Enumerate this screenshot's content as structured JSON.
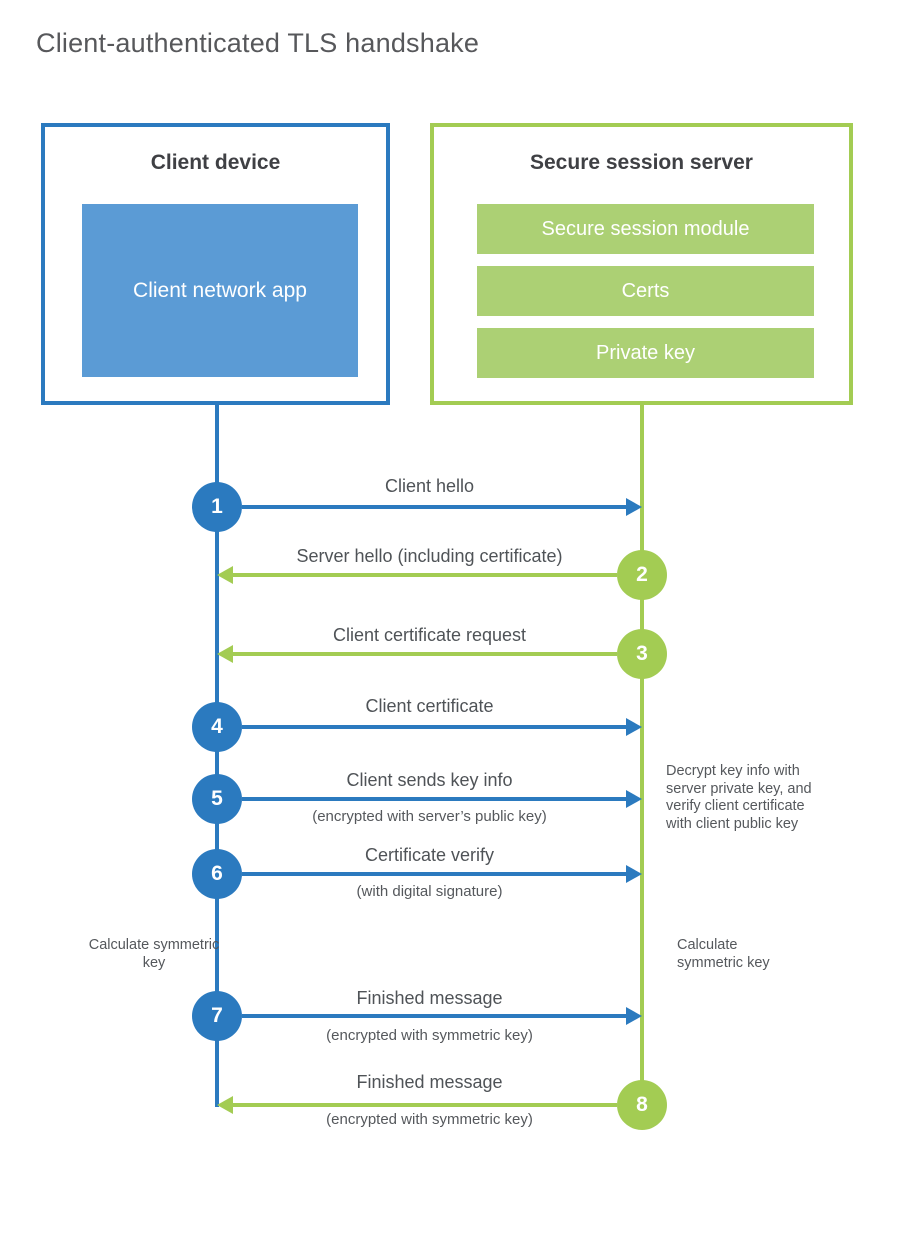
{
  "title": "Client-authenticated TLS handshake",
  "colors": {
    "blue": "#2b7abf",
    "blue_fill": "#5b9bd5",
    "green": "#a3cc53",
    "green_fill": "#acd074",
    "heading_text": "#3f4044",
    "label_text": "#4f5357",
    "white": "#ffffff"
  },
  "client": {
    "title": "Client device",
    "app_label": "Client network app"
  },
  "server": {
    "title": "Secure session server",
    "modules": [
      {
        "label": "Secure session module"
      },
      {
        "label": "Certs"
      },
      {
        "label": "Private key"
      }
    ]
  },
  "steps": [
    {
      "num": "1",
      "from": "client",
      "direction": "right",
      "label": "Client hello",
      "sub": ""
    },
    {
      "num": "2",
      "from": "server",
      "direction": "left",
      "label": "Server hello (including certificate)",
      "sub": ""
    },
    {
      "num": "3",
      "from": "server",
      "direction": "left",
      "label": "Client certificate request",
      "sub": ""
    },
    {
      "num": "4",
      "from": "client",
      "direction": "right",
      "label": "Client certificate",
      "sub": ""
    },
    {
      "num": "5",
      "from": "client",
      "direction": "right",
      "label": "Client sends key info",
      "sub": "(encrypted with server’s public key)"
    },
    {
      "num": "6",
      "from": "client",
      "direction": "right",
      "label": "Certificate verify",
      "sub": "(with digital signature)"
    },
    {
      "num": "7",
      "from": "client",
      "direction": "right",
      "label": "Finished message",
      "sub": "(encrypted with symmetric key)"
    },
    {
      "num": "8",
      "from": "server",
      "direction": "left",
      "label": "Finished message",
      "sub": "(encrypted with symmetric key)"
    }
  ],
  "notes": {
    "decrypt_note": "Decrypt key info with server private key, and verify client certificate with client public key",
    "calc_left": "Calculate symmetric key",
    "calc_right": "Calculate symmetric key"
  }
}
